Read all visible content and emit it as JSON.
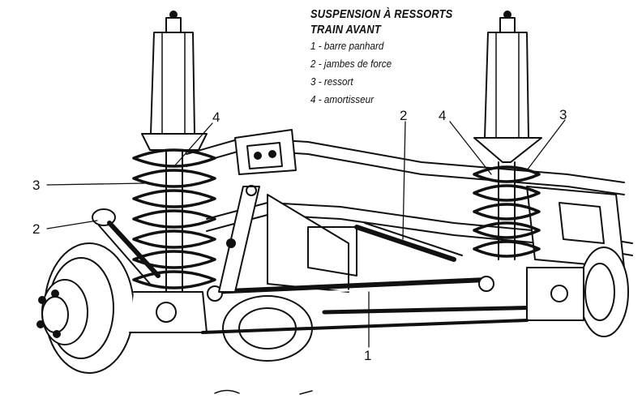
{
  "legend": {
    "title_line1": "SUSPENSION À RESSORTS",
    "title_line2": "TRAIN AVANT",
    "items": [
      "1 - barre panhard",
      "2 - jambes de force",
      "3 - ressort",
      "4 - amortisseur"
    ]
  },
  "callouts": {
    "n1": "1",
    "n2_left": "2",
    "n2_center": "2",
    "n3_left": "3",
    "n3_right": "3",
    "n4_left": "4",
    "n4_right": "4"
  }
}
